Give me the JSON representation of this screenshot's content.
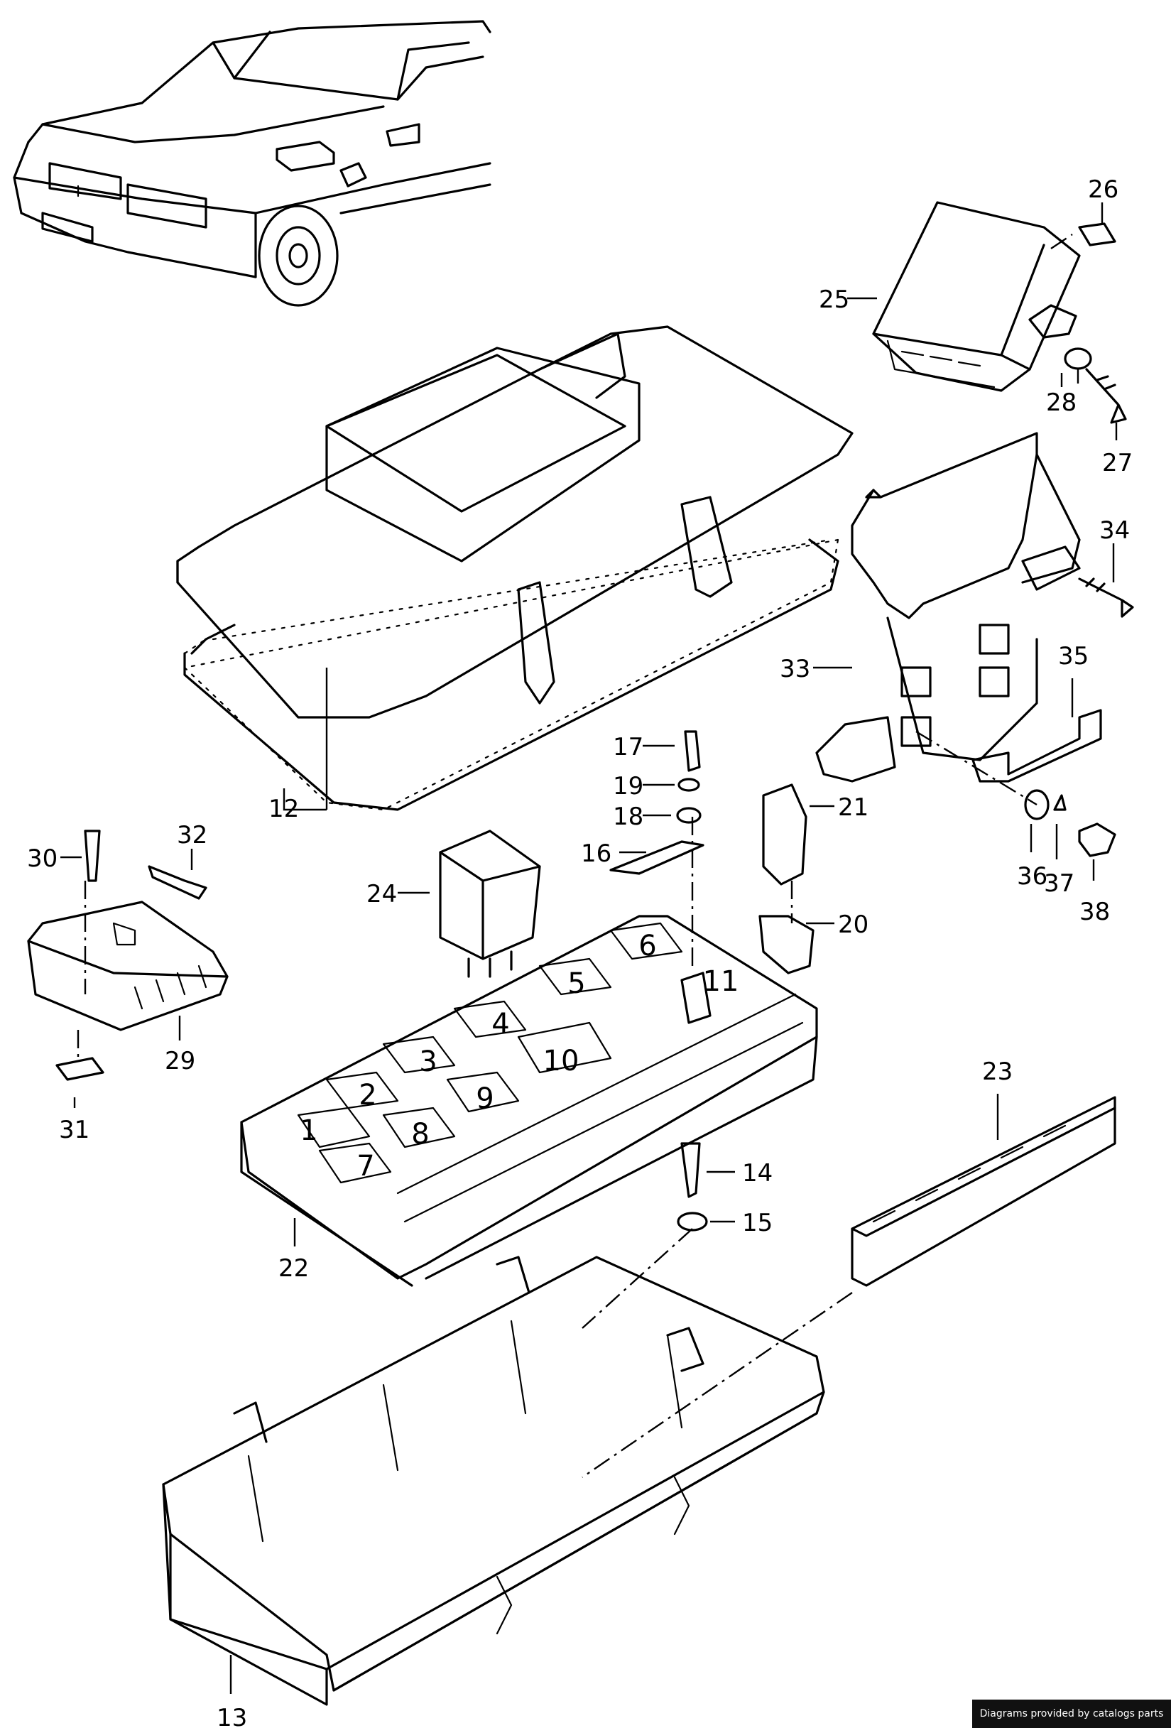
{
  "callouts": {
    "c1": "1",
    "c2": "2",
    "c3": "3",
    "c4": "4",
    "c5": "5",
    "c6": "6",
    "c7": "7",
    "c8": "8",
    "c9": "9",
    "c10": "10",
    "c11": "11",
    "c12": "12",
    "c13": "13",
    "c14": "14",
    "c15": "15",
    "c16": "16",
    "c17": "17",
    "c18": "18",
    "c19": "19",
    "c20": "20",
    "c21": "21",
    "c22": "22",
    "c23": "23",
    "c24": "24",
    "c25": "25",
    "c26": "26",
    "c27": "27",
    "c28": "28",
    "c29": "29",
    "c30": "30",
    "c31": "31",
    "c32": "32",
    "c33": "33",
    "c34": "34",
    "c35": "35",
    "c36": "36",
    "c37": "37",
    "c38": "38"
  },
  "footer": {
    "credit": "Diagrams provided by catalogs parts"
  }
}
